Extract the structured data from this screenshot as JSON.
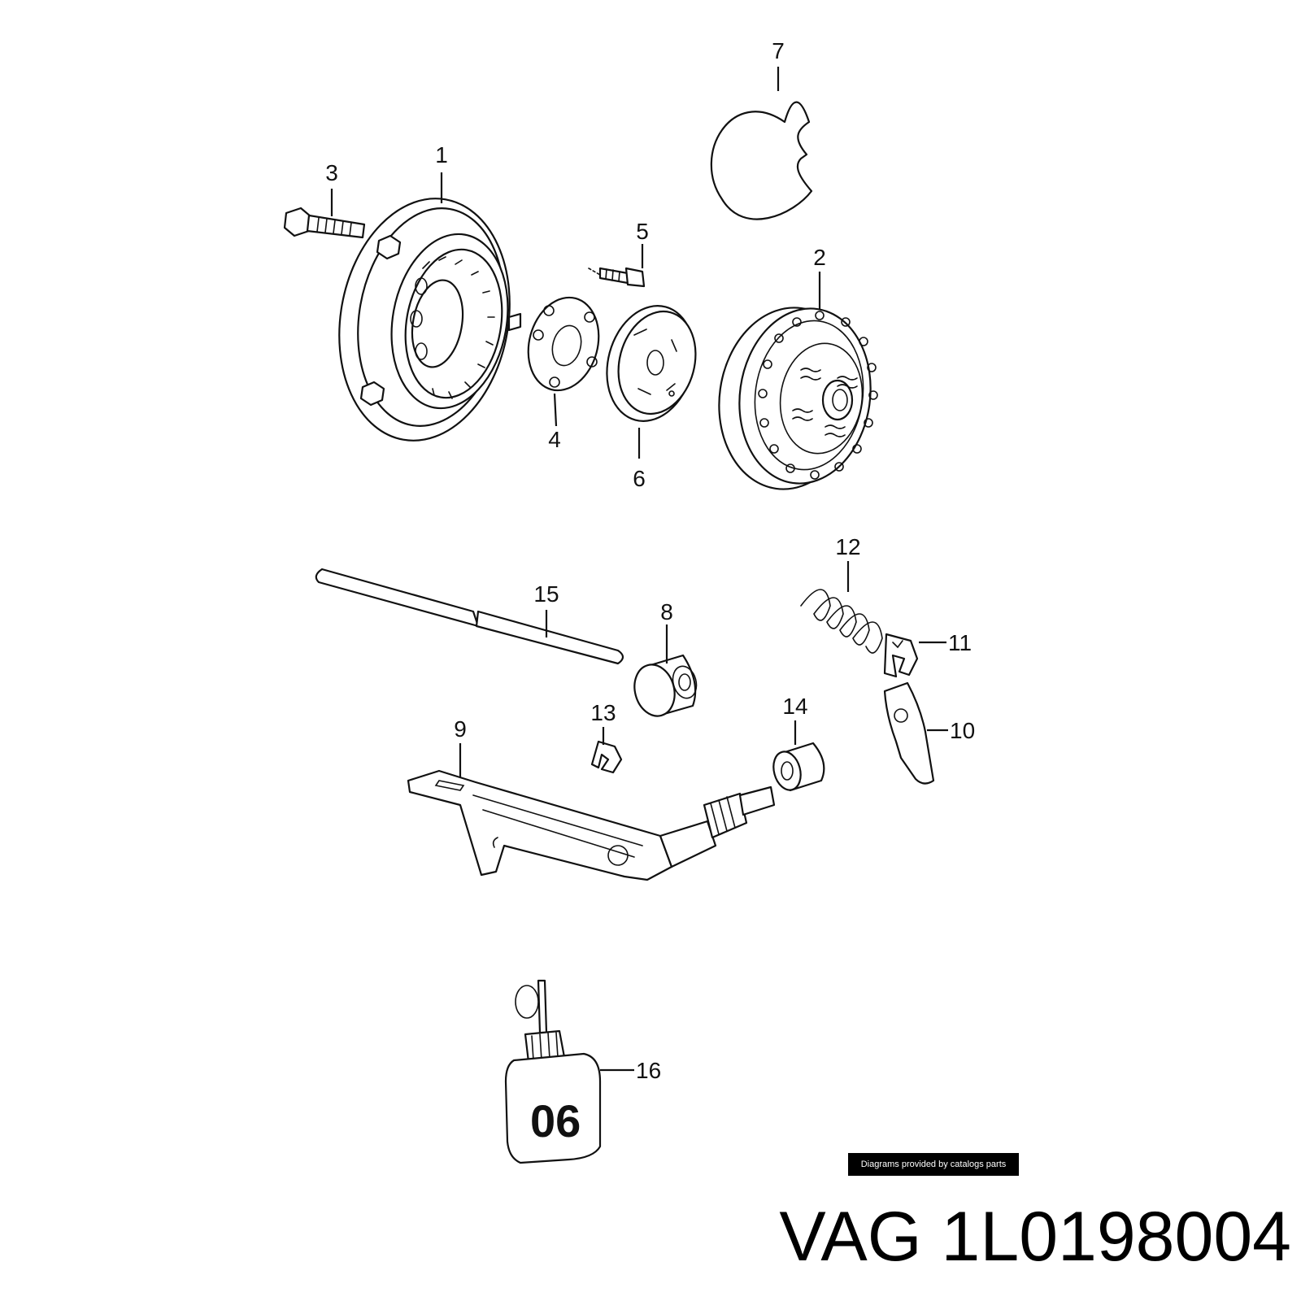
{
  "diagram": {
    "callouts": [
      "1",
      "2",
      "3",
      "4",
      "5",
      "6",
      "7",
      "8",
      "9",
      "10",
      "11",
      "12",
      "13",
      "14",
      "15",
      "16"
    ],
    "bottle_label": "06"
  },
  "footer": {
    "credit": "Diagrams provided by catalogs parts",
    "part_title": "VAG 1L0198004"
  }
}
